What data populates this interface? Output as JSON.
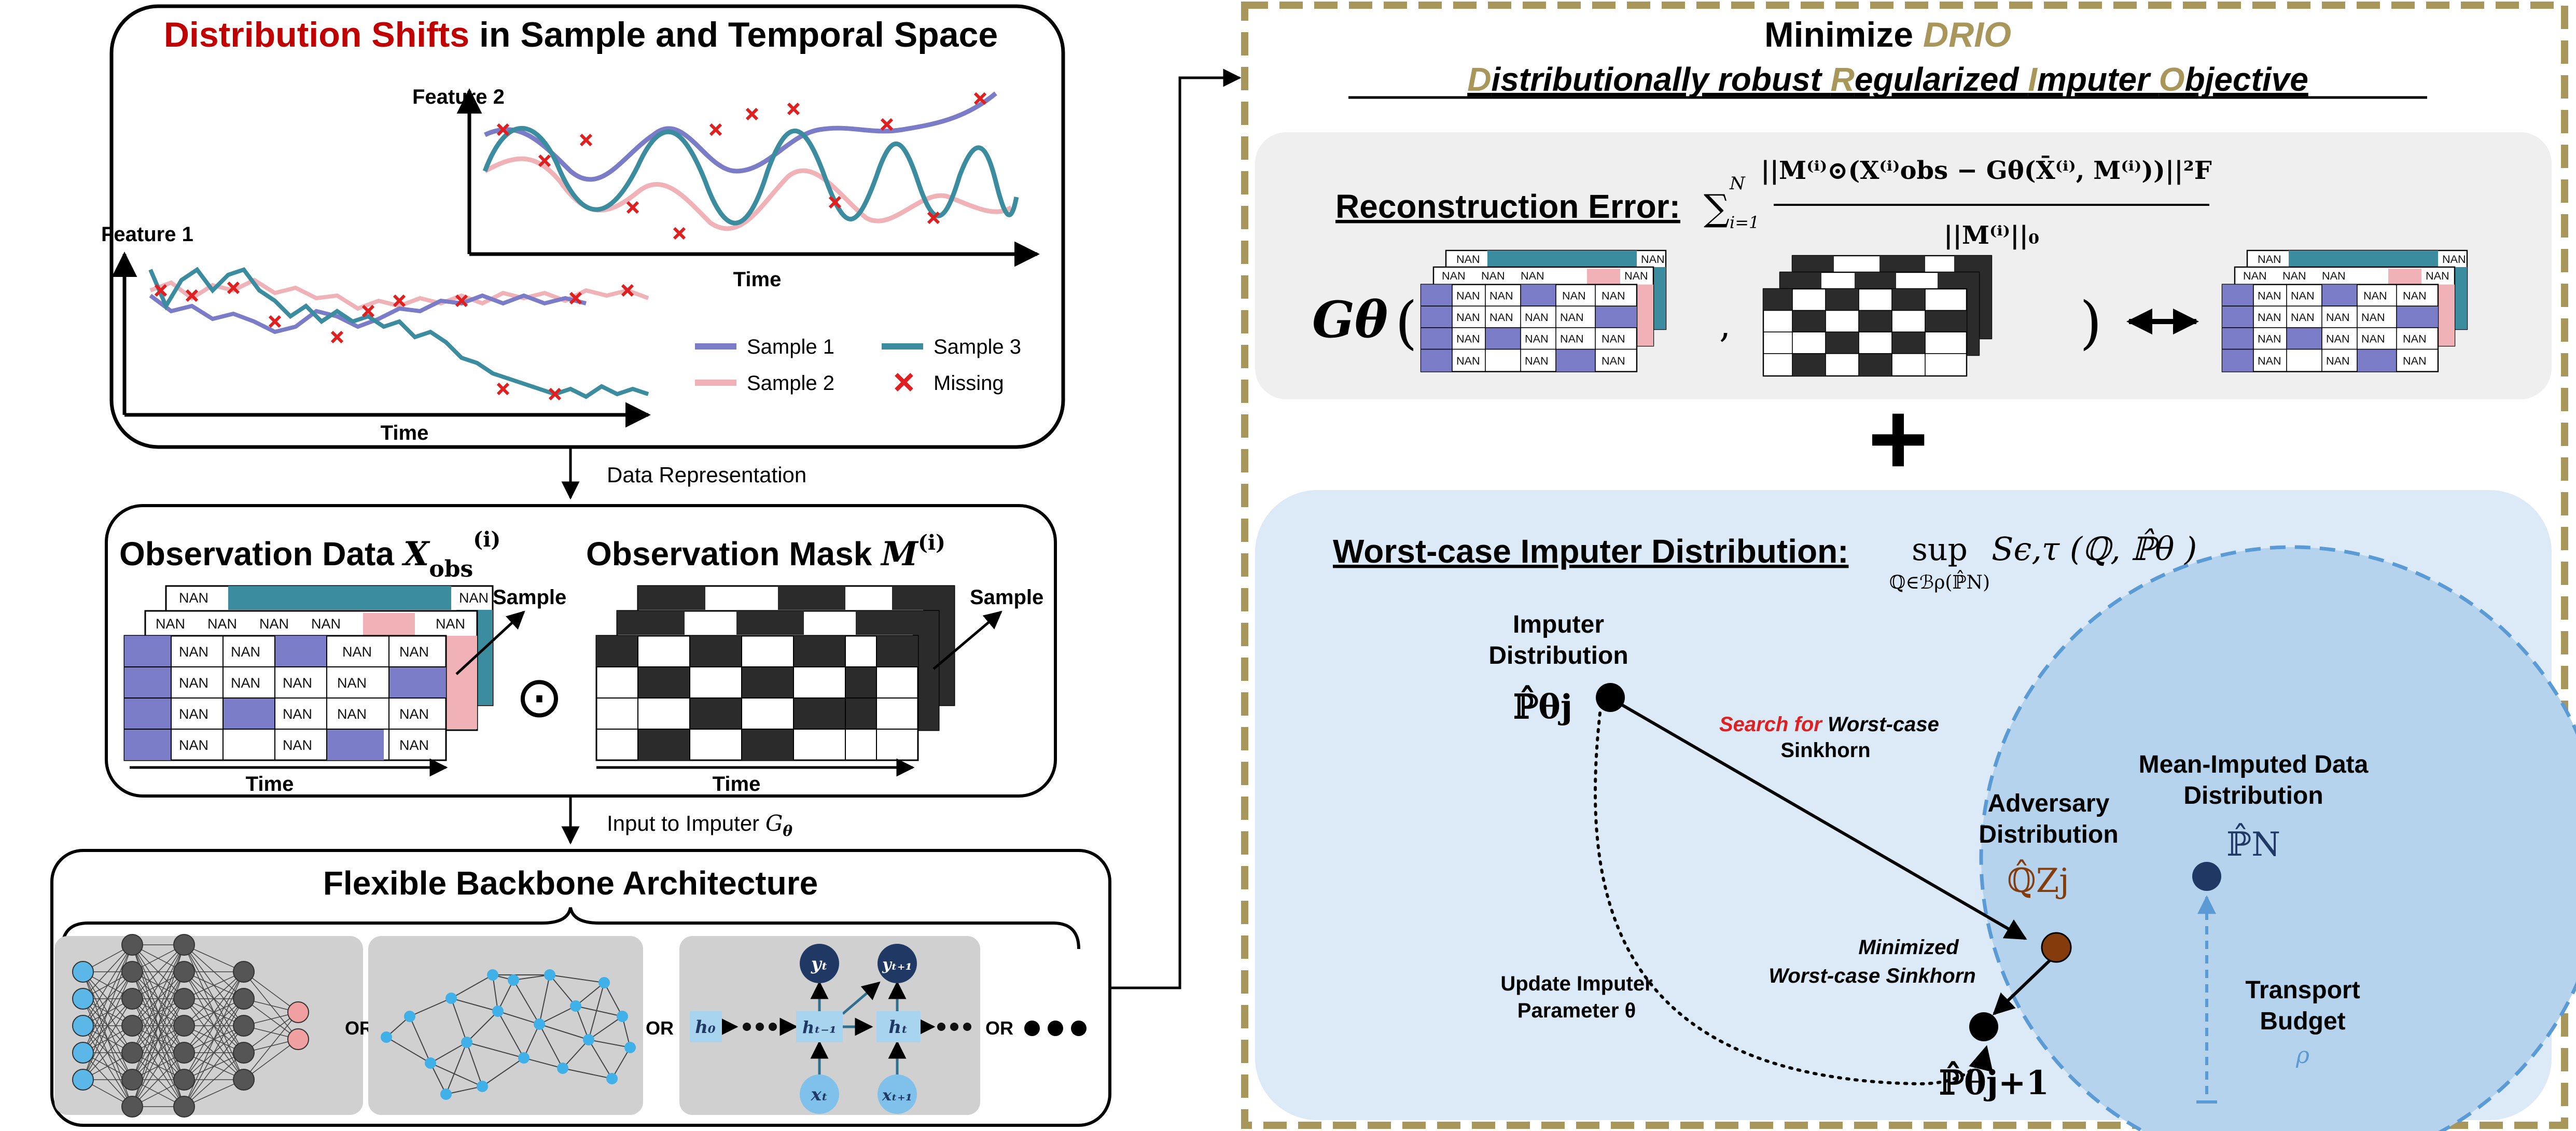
{
  "colors": {
    "dark_red": "#C00000",
    "gold": "#A8965A",
    "teal": "#3A8C9E",
    "purple": "#7B7CC8",
    "pink": "#F0B2B7",
    "panel_gray": "#EFEFEF",
    "panel_blue": "#DCE9F7",
    "circle_blue": "#B6D3EE",
    "navy": "#1F3864",
    "adversary_brown": "#843C0C",
    "light_blue_text": "#5B9BD5",
    "gray_text": "#7F7F7F"
  },
  "top_panel": {
    "title_red": "Distribution Shifts",
    "title_rest": " in Sample and Temporal Space",
    "feature1_label": "Feature 1",
    "feature2_label": "Feature 2",
    "time_label": "Time",
    "time_label_2": "Time",
    "legend": {
      "sample1": "Sample 1",
      "sample2": "Sample 2",
      "sample3": "Sample 3",
      "missing": "Missing"
    }
  },
  "arrow1_label": "Data Representation",
  "obs_panel": {
    "obs_data_label": "Observation Data ",
    "obs_mask_label": "Observation Mask ",
    "sample_label": "Sample",
    "sample_label_2": "Sample",
    "time_label": "Time",
    "time_label_2": "Time",
    "odot": "⊙",
    "nan": "NAN"
  },
  "arrow2_label": "Input to Imputer ",
  "backbone_panel": {
    "title": "Flexible Backbone Architecture",
    "or1": "OR",
    "or2": "OR",
    "or3": "OR",
    "h0": "h₀",
    "ht_minus": "hₜ₋₁",
    "ht": "hₜ",
    "yt": "yₜ",
    "yt1": "yₜ₊₁",
    "xt": "xₜ",
    "xt1": "xₜ₊₁"
  },
  "right_panel": {
    "title_prefix": "Minimize ",
    "title_drio": "DRIO",
    "subtitle_parts": [
      {
        "text": "D",
        "gold": true
      },
      {
        "text": "istributionally robust ",
        "gold": false
      },
      {
        "text": "R",
        "gold": true
      },
      {
        "text": "egularized ",
        "gold": false
      },
      {
        "text": "I",
        "gold": true
      },
      {
        "text": "mputer ",
        "gold": false
      },
      {
        "text": "O",
        "gold": true
      },
      {
        "text": "bjective",
        "gold": false
      }
    ],
    "recon_label": "Reconstruction Error:",
    "recon_sum": "∑",
    "recon_numerator": "||M⁽ⁱ⁾⊙(X⁽ⁱ⁾obs − Gθ(X̄⁽ⁱ⁾, M⁽ⁱ⁾))||²F",
    "recon_denominator": "||M⁽ⁱ⁾||₀",
    "g_theta": "Gθ",
    "open_paren": "(",
    "comma": ",",
    "close_paren": ")",
    "plus": "+",
    "worst_label": "Worst-case Imputer Distribution:",
    "sup_expr": "sup",
    "sup_sub": "ℚ∈ℬρ(ℙ̂N)",
    "s_expr": "Sϵ,τ (ℚ, ℙ̂θ )",
    "imputer_dist": [
      "Imputer",
      "Distribution"
    ],
    "p_theta_j": "ℙ̂θj",
    "search_red": "Search for",
    "search_rest": " Worst-case",
    "sinkhorn": "Sinkhorn",
    "adversary": [
      "Adversary",
      "Distribution"
    ],
    "q_zj": "ℚ̂Zj",
    "mean_imputed": [
      "Mean-Imputed Data",
      "Distribution"
    ],
    "p_n": "ℙ̂N",
    "minimized": "Minimized",
    "worst_sinkhorn": "Worst-case Sinkhorn",
    "update": [
      "Update Imputer",
      "Parameter θ"
    ],
    "p_theta_j1": "ℙ̂θj+1",
    "transport": [
      "Transport",
      "Budget"
    ],
    "rho": "ρ"
  }
}
